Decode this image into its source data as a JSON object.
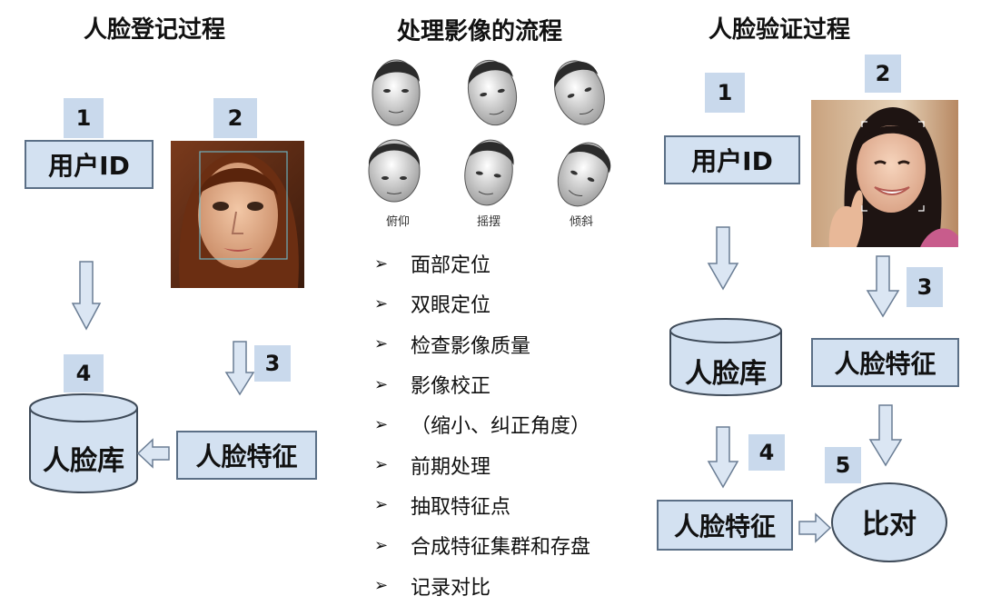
{
  "titles": {
    "register": "人脸登记过程",
    "process": "处理影像的流程",
    "verify": "人脸验证过程"
  },
  "register": {
    "step1": "1",
    "step2": "2",
    "step3": "3",
    "step4": "4",
    "user_id": "用户ID",
    "face_db": "人脸库",
    "face_feature": "人脸特征"
  },
  "process": {
    "captions": [
      "俯仰",
      "摇摆",
      "倾斜"
    ],
    "steps": [
      "面部定位",
      "双眼定位",
      "检查影像质量",
      "影像校正",
      "（缩小、纠正角度）",
      "前期处理",
      "抽取特征点",
      "合成特征集群和存盘",
      "记录对比"
    ],
    "bullet": "➢"
  },
  "verify": {
    "step1": "1",
    "step2": "2",
    "step3": "3",
    "step4": "4",
    "step5": "5",
    "user_id": "用户ID",
    "face_db": "人脸库",
    "face_feature_top": "人脸特征",
    "face_feature_bottom": "人脸特征",
    "compare": "比对"
  },
  "colors": {
    "box_fill": "#d3e1f1",
    "box_border": "#5b6f86",
    "number_fill": "#c9d9ec",
    "arrow_fill": "#dbe6f3",
    "arrow_stroke": "#6a7d94"
  }
}
